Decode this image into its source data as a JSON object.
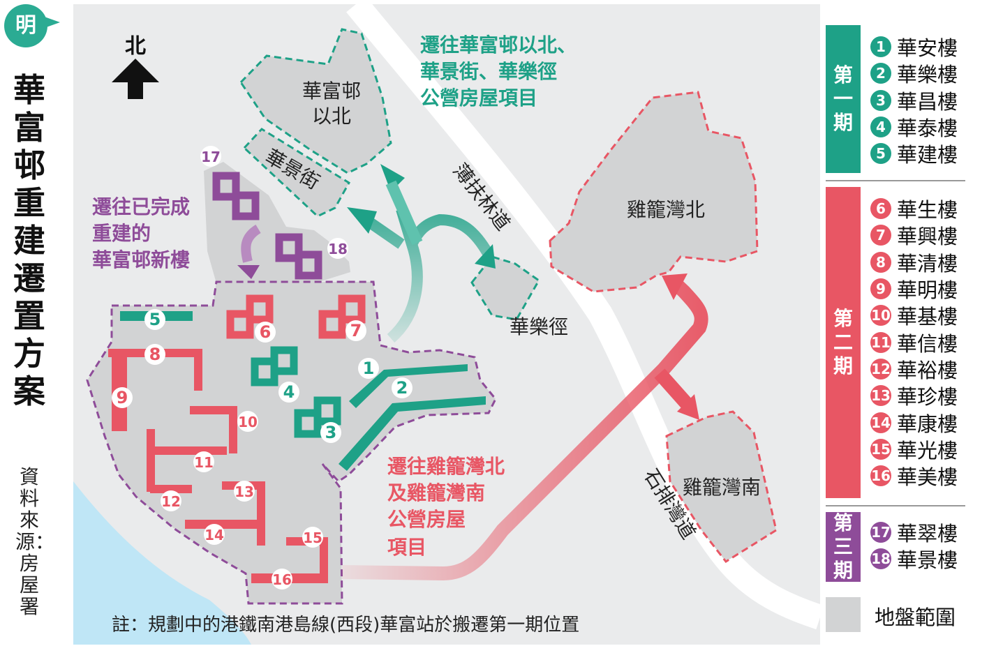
{
  "logo": "明",
  "title": "華富邨重建遷置方案",
  "source": "資料來源：房屋署",
  "north": "北",
  "colors": {
    "phase1": "#1ea187",
    "phase2": "#e85664",
    "phase3": "#8e4c99",
    "ground": "#d2d3d4",
    "water": "#bfe6f6"
  },
  "icons": {
    "north_arrow": "up-arrow-icon",
    "relocation_arrow": "curved-arrow-icon"
  },
  "places": {
    "wah_fu_north": "華富邨\n以北",
    "wah_king_street": "華景街",
    "wah_lok_path": "華樂徑",
    "pok_fu_lam_road": "薄扶林道",
    "shek_pai_wan_road": "石排灣道",
    "kai_lung_wan_north": "雞籠灣北",
    "kai_lung_wan_south": "雞籠灣南"
  },
  "annotations": {
    "phase1_move": "遷往華富邨以北、\n華景街、華樂徑\n公營房屋項目",
    "phase3_move": "遷往已完成\n重建的\n華富邨新樓",
    "phase2_move": "遷往雞籠灣北\n及雞籠灣南\n公營房屋\n項目"
  },
  "note": "註：規劃中的港鐵南港島線(西段)華富站於搬遷第一期位置",
  "legend": {
    "phase1": {
      "label": "第一期",
      "items": [
        {
          "num": "1",
          "name": "華安樓"
        },
        {
          "num": "2",
          "name": "華樂樓"
        },
        {
          "num": "3",
          "name": "華昌樓"
        },
        {
          "num": "4",
          "name": "華泰樓"
        },
        {
          "num": "5",
          "name": "華建樓"
        }
      ]
    },
    "phase2": {
      "label": "第二期",
      "items": [
        {
          "num": "6",
          "name": "華生樓"
        },
        {
          "num": "7",
          "name": "華興樓"
        },
        {
          "num": "8",
          "name": "華清樓"
        },
        {
          "num": "9",
          "name": "華明樓"
        },
        {
          "num": "10",
          "name": "華基樓"
        },
        {
          "num": "11",
          "name": "華信樓"
        },
        {
          "num": "12",
          "name": "華裕樓"
        },
        {
          "num": "13",
          "name": "華珍樓"
        },
        {
          "num": "14",
          "name": "華康樓"
        },
        {
          "num": "15",
          "name": "華光樓"
        },
        {
          "num": "16",
          "name": "華美樓"
        }
      ]
    },
    "phase3": {
      "label": "第三期",
      "items": [
        {
          "num": "17",
          "name": "華翠樓"
        },
        {
          "num": "18",
          "name": "華景樓"
        }
      ]
    },
    "ground": "地盤範圍"
  },
  "buildings": [
    {
      "num": "1",
      "phase": "phase1"
    },
    {
      "num": "2",
      "phase": "phase1"
    },
    {
      "num": "3",
      "phase": "phase1"
    },
    {
      "num": "4",
      "phase": "phase1"
    },
    {
      "num": "5",
      "phase": "phase1"
    },
    {
      "num": "6",
      "phase": "phase2"
    },
    {
      "num": "7",
      "phase": "phase2"
    },
    {
      "num": "8",
      "phase": "phase2"
    },
    {
      "num": "9",
      "phase": "phase2"
    },
    {
      "num": "10",
      "phase": "phase2"
    },
    {
      "num": "11",
      "phase": "phase2"
    },
    {
      "num": "12",
      "phase": "phase2"
    },
    {
      "num": "13",
      "phase": "phase2"
    },
    {
      "num": "14",
      "phase": "phase2"
    },
    {
      "num": "15",
      "phase": "phase2"
    },
    {
      "num": "16",
      "phase": "phase2"
    },
    {
      "num": "17",
      "phase": "phase3"
    },
    {
      "num": "18",
      "phase": "phase3"
    }
  ]
}
